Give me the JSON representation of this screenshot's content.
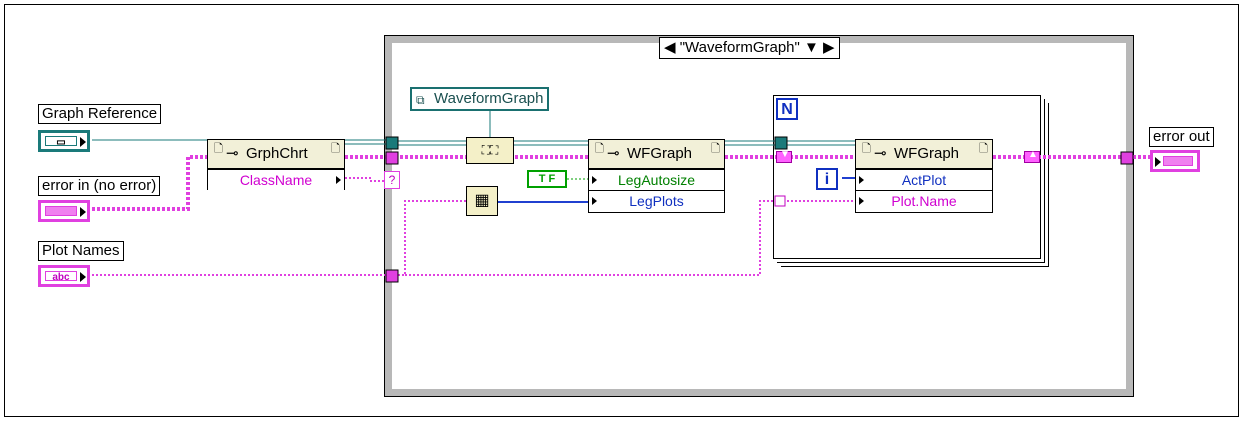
{
  "colors": {
    "ref_wire": "#1a7a7a",
    "error_wire": "#e040e0",
    "string_wire": "#e040e0",
    "int_wire": "#2040d0",
    "bool_wire": "#00a000",
    "case_border": "#b8b8b8"
  },
  "controls": {
    "graph_reference": {
      "label": "Graph Reference"
    },
    "error_in": {
      "label": "error in (no error)"
    },
    "plot_names": {
      "label": "Plot Names",
      "terminal_text": "abc"
    },
    "error_out": {
      "label": "error out"
    }
  },
  "case_structure": {
    "selector": "\"WaveformGraph\""
  },
  "class_constant": {
    "label": "WaveformGraph"
  },
  "property_nodes": [
    {
      "class": "GrphChrt",
      "properties": [
        "ClassName"
      ]
    },
    {
      "class": "WFGraph",
      "properties": [
        "LegAutosize",
        "LegPlots"
      ]
    },
    {
      "class": "WFGraph",
      "properties": [
        "ActPlot",
        "Plot.Name"
      ]
    }
  ],
  "constants": {
    "bool_false": "F",
    "loop_count": "N",
    "loop_index": "i"
  }
}
